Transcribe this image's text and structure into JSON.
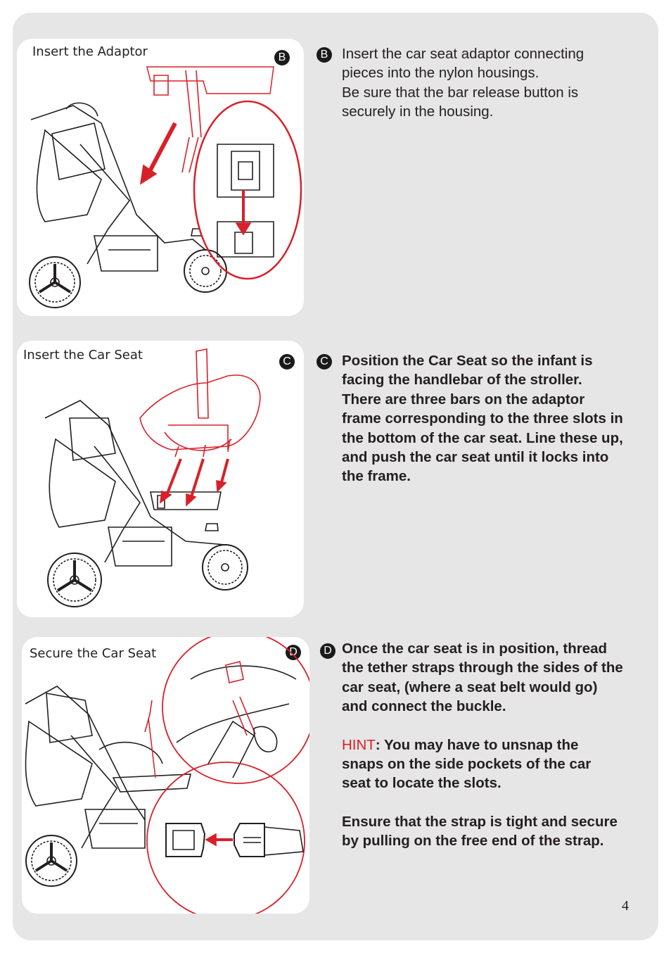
{
  "steps": [
    {
      "letter": "B",
      "panel_title": "Insert the Adaptor",
      "text": [
        "Insert the car seat adaptor connecting pieces into the nylon housings.",
        "Be sure that the bar release button is securely in the housing."
      ]
    },
    {
      "letter": "C",
      "panel_title": "Insert the Car Seat",
      "text": "Position the Car Seat so the infant is facing the handlebar of the stroller. There are three bars on the adaptor frame corresponding to the three slots in the bottom of the car seat. Line these up, and push the car seat until it locks into the frame."
    },
    {
      "letter": "D",
      "panel_title": "Secure the Car Seat",
      "text": "Once the car seat is in position, thread the tether straps through the sides of the car seat, (where a seat belt would go) and connect the buckle.",
      "hint_label": "HINT",
      "hint_text": ": You may have to unsnap the snaps on the side pockets of the car seat to locate the slots.",
      "final_text": "Ensure that the strap is tight and secure by pulling on the free end of the strap."
    }
  ],
  "page_number": "4",
  "colors": {
    "page_background": "#e6e6e6",
    "panel_background": "#ffffff",
    "accent_red": "#d8202a",
    "text": "#231f20"
  }
}
